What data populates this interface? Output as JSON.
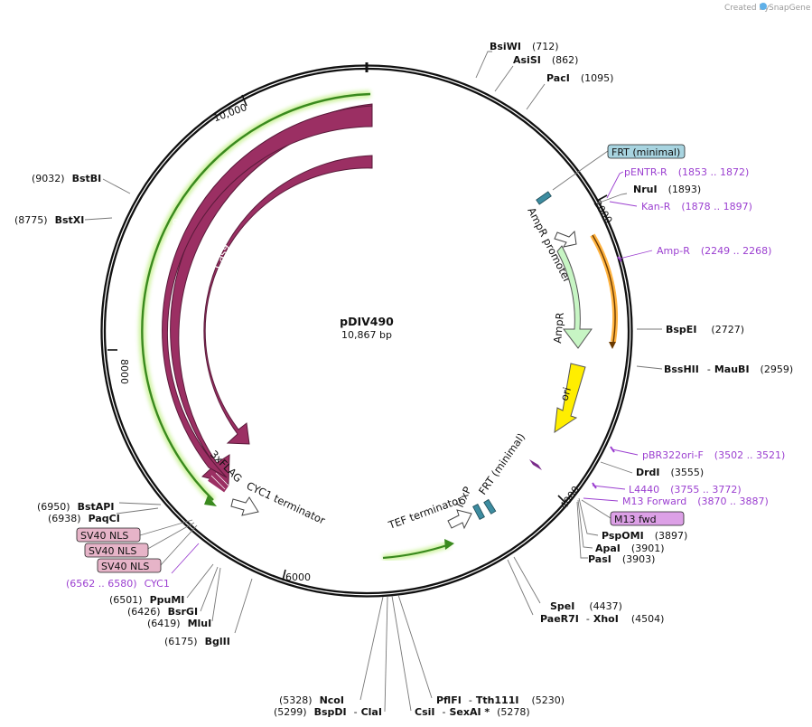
{
  "credit": {
    "text": "Created by",
    "brand": "SnapGene"
  },
  "plasmid": {
    "name": "pDIV490",
    "size_label": "10,867 bp"
  },
  "ticks": [
    {
      "text": "10,000"
    },
    {
      "text": "2000"
    },
    {
      "text": "4000"
    },
    {
      "text": "6000"
    },
    {
      "text": "8000"
    }
  ],
  "enzymes": [
    {
      "name": "BsiWI",
      "pos": "(712)"
    },
    {
      "name": "AsiSI",
      "pos": "(862)"
    },
    {
      "name": "PacI",
      "pos": "(1095)"
    },
    {
      "name": "NruI",
      "pos": "(1893)"
    },
    {
      "name": "BspEI",
      "pos": "(2727)"
    },
    {
      "name": "BssHII",
      "sep": "-",
      "name2": "MauBI",
      "pos": "(2959)"
    },
    {
      "name": "DrdI",
      "pos": "(3555)"
    },
    {
      "name": "PspOMI",
      "pos": "(3897)"
    },
    {
      "name": "ApaI",
      "pos": "(3901)"
    },
    {
      "name": "PasI",
      "pos": "(3903)"
    },
    {
      "name": "SpeI",
      "pos": "(4437)"
    },
    {
      "name": "PaeR7I",
      "sep": "-",
      "name2": "XhoI",
      "pos": "(4504)"
    },
    {
      "name": "PflFI",
      "sep": "-",
      "name2": "Tth111I",
      "pos": "(5230)"
    },
    {
      "name": "CsiI",
      "sep": "-",
      "name2": "SexAI *",
      "pos": "(5278)"
    },
    {
      "name": "NcoI",
      "pos": "(5328)"
    },
    {
      "name": "BspDI",
      "sep": "-",
      "name2": "ClaI",
      "pos": "(5299)"
    },
    {
      "name": "BglII",
      "pos": "(6175)"
    },
    {
      "name": "MluI",
      "pos": "(6419)"
    },
    {
      "name": "BsrGI",
      "pos": "(6426)"
    },
    {
      "name": "PpuMI",
      "pos": "(6501)"
    },
    {
      "name": "PaqCI",
      "pos": "(6938)"
    },
    {
      "name": "BstAPI",
      "pos": "(6950)"
    },
    {
      "name": "BstXI",
      "pos": "(8775)"
    },
    {
      "name": "BstBI",
      "pos": "(9032)"
    }
  ],
  "primers": [
    {
      "name": "pENTR-R",
      "range": "(1853 .. 1872)"
    },
    {
      "name": "Kan-R",
      "range": "(1878 .. 1897)"
    },
    {
      "name": "Amp-R",
      "range": "(2249 .. 2268)"
    },
    {
      "name": "pBR322ori-F",
      "range": "(3502 .. 3521)"
    },
    {
      "name": "L4440",
      "range": "(3755 .. 3772)"
    },
    {
      "name": "M13 Forward",
      "range": "(3870 .. 3887)"
    },
    {
      "name": "CYC1",
      "range": "(6562 .. 6580)"
    }
  ],
  "boxed_features": [
    {
      "name": "FRT (minimal)",
      "color": "#a8d4e0"
    },
    {
      "name": "M13 fwd",
      "color": "#dca0e6"
    },
    {
      "name": "SV40 NLS",
      "color": "#e6b4c8"
    },
    {
      "name": "SV40 NLS",
      "color": "#e6b4c8"
    },
    {
      "name": "SV40 NLS",
      "color": "#e6b4c8"
    }
  ],
  "features": [
    {
      "name": "Cas9",
      "color": "#9b2f63"
    },
    {
      "name": "Cas9",
      "color": "#9b2f63"
    },
    {
      "name": "AmpR promoter",
      "color": "#ffffff"
    },
    {
      "name": "AmpR",
      "color": "#c7f5c4"
    },
    {
      "name": "ori",
      "color": "#ffee00"
    },
    {
      "name": "3xFLAG",
      "color": "#9b2f63"
    },
    {
      "name": "CYC1 terminator",
      "color": "#ffffff"
    },
    {
      "name": "TEF terminator",
      "color": "#ffffff"
    },
    {
      "name": "loxP",
      "color": "#3d8ca0"
    },
    {
      "name": "FRT (minimal)",
      "color": "#3d8ca0"
    }
  ],
  "colors": {
    "primer": "#9b3fd0",
    "backbone": "#111111",
    "orange_arc": "#ff9a00",
    "green_arc": "#3a8a1e"
  }
}
